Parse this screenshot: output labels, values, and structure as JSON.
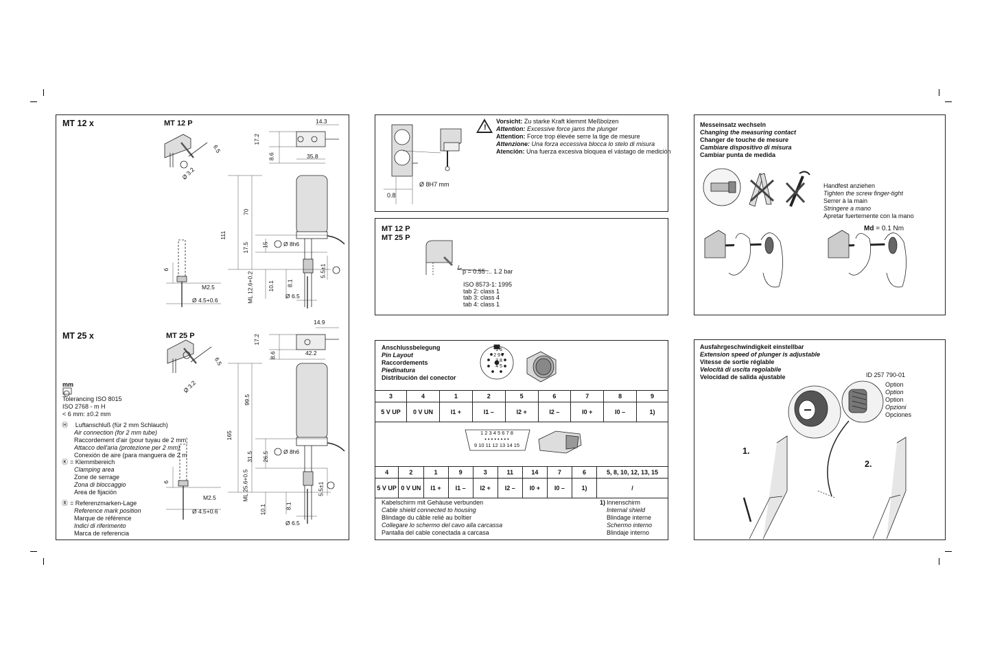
{
  "left": {
    "mt12x_title": "MT 12 x",
    "mt12p_title": "MT 12 P",
    "mt25x_title": "MT 25 x",
    "mt25p_title": "MT 25 P",
    "dims12": [
      "14.3",
      "17.2",
      "8.6",
      "35.8",
      "70",
      "111",
      "17.5",
      "15",
      "Ø 8h6",
      "6",
      "M2.5",
      "Ø 4.5+0.6",
      "ML 12.6+0.2",
      "10.1",
      "8.1",
      "5.5±1",
      "Ø 6.5",
      "Ø 3.2",
      "6.5"
    ],
    "dims25": [
      "14.9",
      "17.2",
      "8.6",
      "42.2",
      "99.5",
      "165",
      "31.5",
      "26.5",
      "Ø 8h6",
      "6",
      "M2.5",
      "Ø 4.5+0.6",
      "ML 25.6+0.5",
      "10.1",
      "8.1",
      "5.5±1",
      "Ø 6.5",
      "Ø 3.2",
      "6.5"
    ],
    "unit": "mm",
    "tolerancing": [
      "Tolerancing ISO 8015",
      "ISO 2768 - m H",
      "< 6 mm: ±0.2 mm"
    ],
    "legend_h1": [
      "= Luftanschluß (für 2 mm Schlauch)",
      "Air connection (for 2 mm tube)",
      "Raccordement d'air (pour tuyau de 2 mm)",
      "Attacco dell'aria (protezione per 2 mm)",
      "Conexión de aire (para manguera de 2 mm)"
    ],
    "legend_h2": [
      "= Klemmbereich",
      "Clamping area",
      "Zone de serrage",
      "Zona di bloccaggio",
      "Area de fijación"
    ],
    "legend_r": [
      "= Referenzmarken-Lage",
      "Reference mark position",
      "Marque de référence",
      "Indici di riferimento",
      "Marca de referencia"
    ]
  },
  "warning": {
    "lines": [
      {
        "bold": "Vorsicht:",
        "text": " Zu starke Kraft klemmt Meßbolzen",
        "italic": false
      },
      {
        "bold": "Attention:",
        "text": " Excessive force jams the plunger",
        "italic": true
      },
      {
        "bold": "Attention:",
        "text": " Force trop élevée serre la tige de mesure",
        "italic": false
      },
      {
        "bold": "Attenzione:",
        "text": " Una forza eccessiva blocca lo stelo di misura",
        "italic": true
      },
      {
        "bold": "Atención:",
        "text": " Una fuerza excesiva bloquea el vástago de medición",
        "italic": false
      }
    ],
    "bore": "Ø 8H7 mm",
    "flatness": "0.8"
  },
  "pressure": {
    "titles": [
      "MT 12 P",
      "MT 25 P"
    ],
    "p": "p = 0.55 ... 1.2  bar",
    "iso": [
      "ISO 8573-1: 1995",
      "tab 2: class 1",
      "tab 3: class 4",
      "tab 4: class 1"
    ]
  },
  "pins": {
    "titles": [
      {
        "text": "Anschlussbelegung",
        "italic": false
      },
      {
        "text": "Pin Layout",
        "italic": true
      },
      {
        "text": "Raccordements",
        "italic": false
      },
      {
        "text": "Piedinatura",
        "italic": true
      },
      {
        "text": "Distribución del conector",
        "italic": false
      }
    ],
    "round_numbers": [
      "1",
      "2",
      "3",
      "4",
      "5",
      "6",
      "7",
      "8",
      "9"
    ],
    "table1_head": [
      "3",
      "4",
      "1",
      "2",
      "5",
      "6",
      "7",
      "8",
      "9"
    ],
    "table1_row": [
      "5 V UP",
      "0 V UN",
      "I1 +",
      "I1 –",
      "I2 +",
      "I2 –",
      "I0 +",
      "I0 –",
      "1)"
    ],
    "sub_top": [
      "1",
      "2",
      "3",
      "4",
      "5",
      "6",
      "7",
      "8"
    ],
    "sub_bottom": [
      "9",
      "10",
      "11",
      "12",
      "13",
      "14",
      "15"
    ],
    "table2_head": [
      "4",
      "2",
      "1",
      "9",
      "3",
      "11",
      "14",
      "7",
      "6",
      "5, 8, 10, 12, 13, 15"
    ],
    "table2_row": [
      "5 V UP",
      "0 V UN",
      "I1 +",
      "I1 –",
      "I2 +",
      "I2 –",
      "I0 +",
      "I0 –",
      "1)",
      "/"
    ],
    "shield_left": [
      {
        "text": "Kabelschirm mit Gehäuse verbunden",
        "italic": false
      },
      {
        "text": "Cable shield connected to housing",
        "italic": true
      },
      {
        "text": "Blindage du câble relié au boîtier",
        "italic": false
      },
      {
        "text": "Collegare lo schermo del cavo alla carcassa",
        "italic": true
      },
      {
        "text": "Pantalla del cable conectada a carcasa",
        "italic": false
      }
    ],
    "shield_right_label": "1)",
    "shield_right": [
      {
        "text": "Innenschirm",
        "italic": false
      },
      {
        "text": "Internal shield",
        "italic": true
      },
      {
        "text": "Blindage interne",
        "italic": false
      },
      {
        "text": "Schermo interno",
        "italic": true
      },
      {
        "text": "Blindaje interno",
        "italic": false
      }
    ]
  },
  "contact": {
    "titles": [
      {
        "text": "Messeinsatz wechseln",
        "italic": false
      },
      {
        "text": "Changing the measuring contact",
        "italic": true
      },
      {
        "text": "Changer de touche de mesure",
        "italic": false
      },
      {
        "text": "Cambiare dispositivo di misura",
        "italic": true
      },
      {
        "text": "Cambiar punta de medida",
        "italic": false
      }
    ],
    "tighten": [
      {
        "text": "Handfest anziehen",
        "italic": false
      },
      {
        "text": "Tighten the screw finger-tight",
        "italic": true
      },
      {
        "text": "Serrer à la main",
        "italic": false
      },
      {
        "text": "Stringere a mano",
        "italic": true
      },
      {
        "text": "Apretar fuertemente con la mano",
        "italic": false
      }
    ],
    "torque_label": "Md",
    "torque_value": " = 0.1 Nm"
  },
  "speed": {
    "titles": [
      {
        "text": "Ausfahrgeschwindigkeit einstellbar",
        "italic": false
      },
      {
        "text": "Extension speed of plunger is adjustable",
        "italic": true
      },
      {
        "text": "Vitesse de sortie réglable",
        "italic": false
      },
      {
        "text": "Velocità di uscita regolabile",
        "italic": true
      },
      {
        "text": "Velocidad de salida ajustable",
        "italic": false
      }
    ],
    "id": "ID 257 790-01",
    "options": [
      {
        "text": "Option",
        "italic": false
      },
      {
        "text": "Option",
        "italic": true
      },
      {
        "text": "Option",
        "italic": false
      },
      {
        "text": "Opzioni",
        "italic": true
      },
      {
        "text": "Opciones",
        "italic": false
      }
    ],
    "step1": "1.",
    "step2": "2."
  }
}
